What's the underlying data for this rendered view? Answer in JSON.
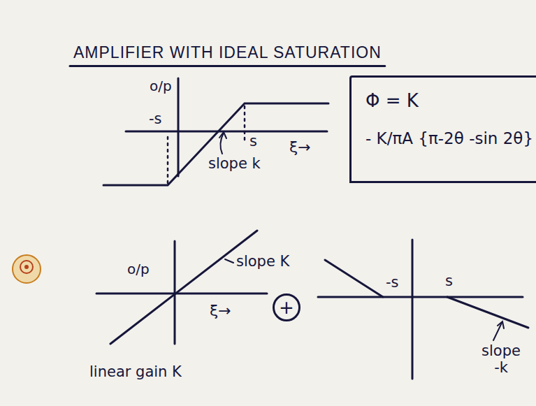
{
  "diagram": {
    "title": "AMPLIFIER WITH IDEAL SATURATION",
    "nodes": [
      {
        "text": [
          "Φ = K",
          "- K/πA {π-2θ -sin 2θ}"
        ]
      },
      {
        "text": [
          "+"
        ]
      }
    ],
    "labels": [
      "o/p",
      "-s",
      "s",
      "slope k",
      "ξ→",
      "o/p",
      "slope K",
      "ξ→",
      "linear gain K",
      "-s",
      "s",
      "slope -k"
    ]
  }
}
